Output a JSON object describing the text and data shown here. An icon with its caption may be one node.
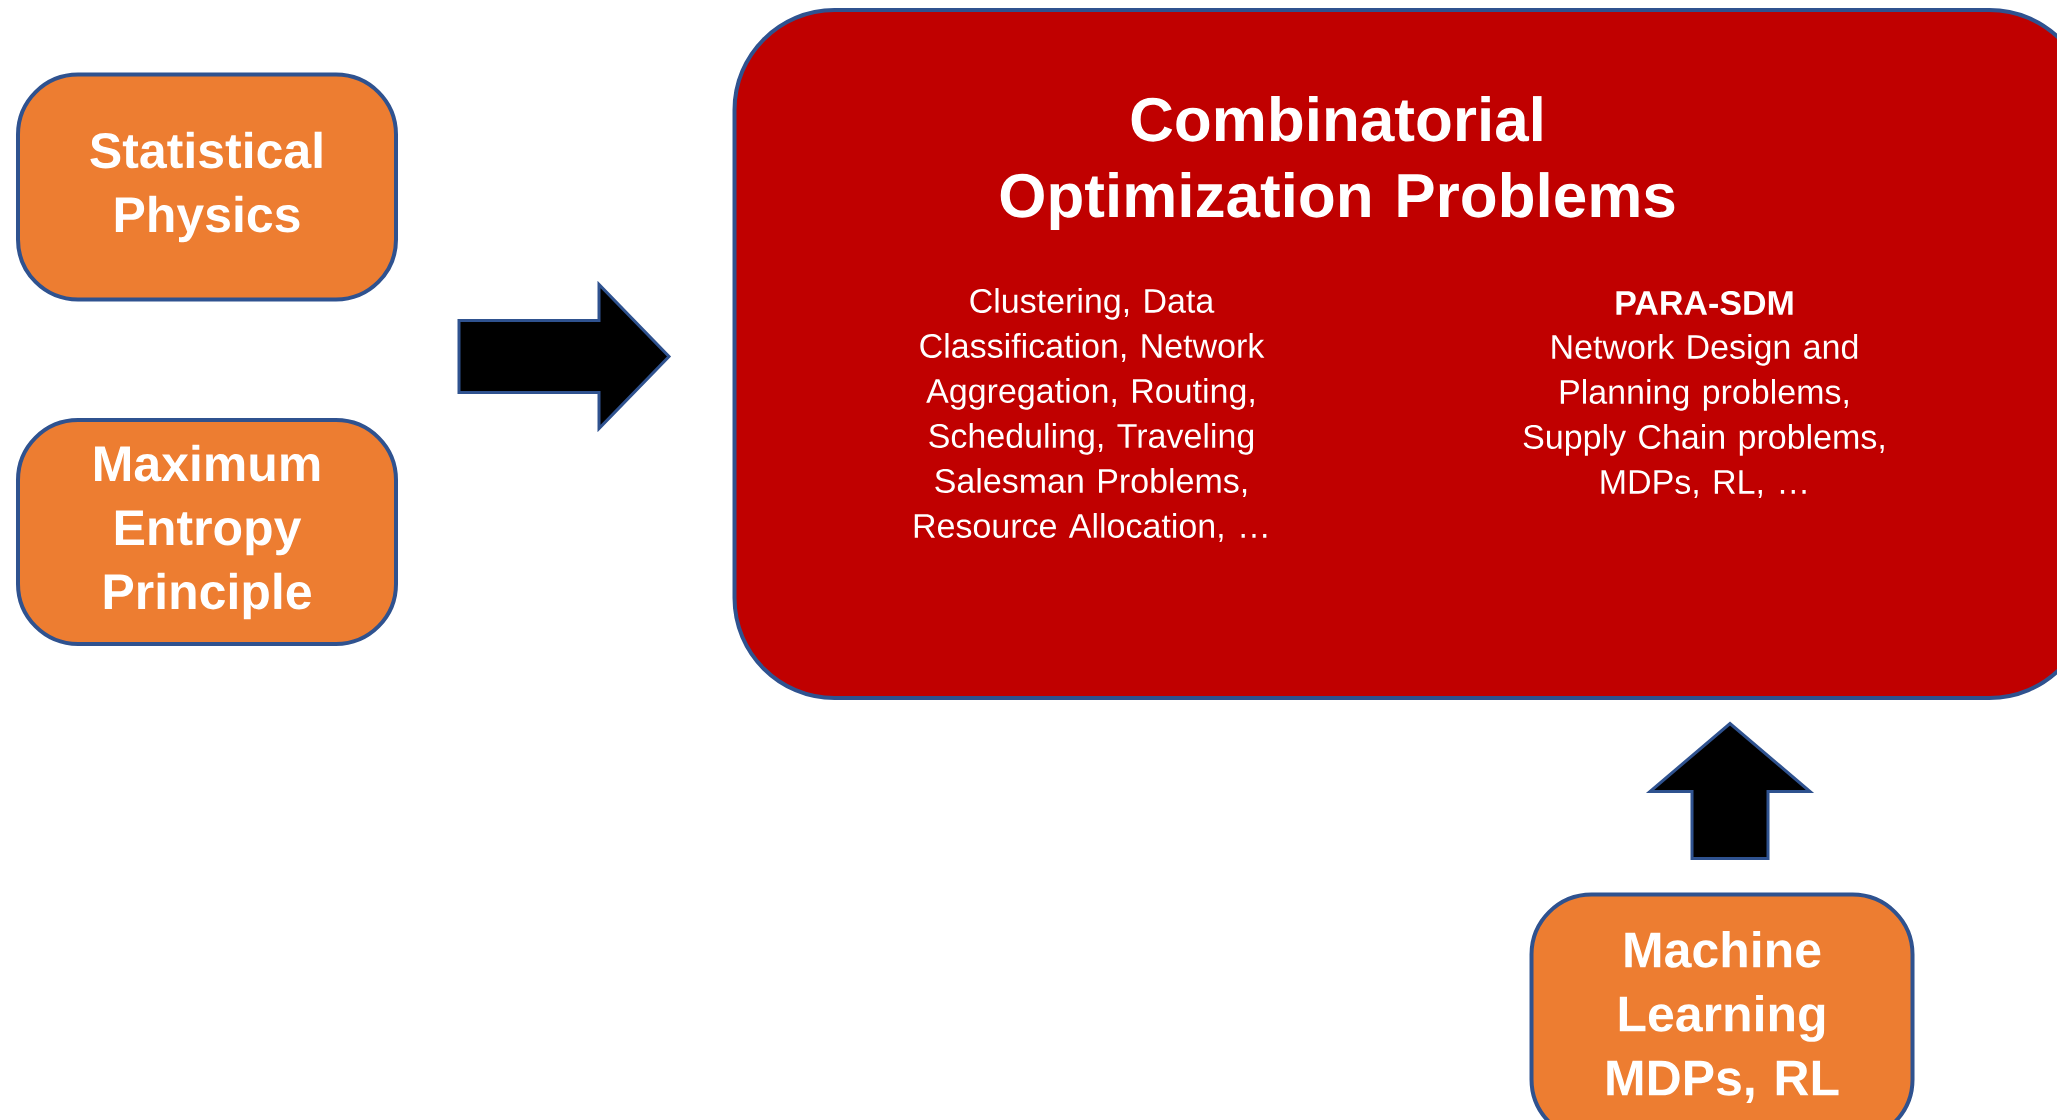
{
  "diagram": {
    "nodes": [
      {
        "text": [
          "Statistical Physics"
        ]
      },
      {
        "text": [
          "Maximum Entropy Principle"
        ]
      },
      {
        "text": [
          "Combinatorial Optimization Problems",
          "Clustering, Data Classification, Network Aggregation, Routing, Scheduling, Traveling Salesman Problems, Resource Allocation, …",
          "PARA-SDM",
          "Network Design and Planning problems, Supply Chain problems, MDPs, RL, …"
        ]
      },
      {
        "text": [
          "Machine Learning MDPs, RL"
        ]
      }
    ],
    "edges": [
      {
        "from": 0,
        "to": 2,
        "arrow": "to"
      },
      {
        "from": 1,
        "to": 2,
        "arrow": "to"
      },
      {
        "from": 3,
        "to": 2,
        "arrow": "to"
      }
    ]
  }
}
